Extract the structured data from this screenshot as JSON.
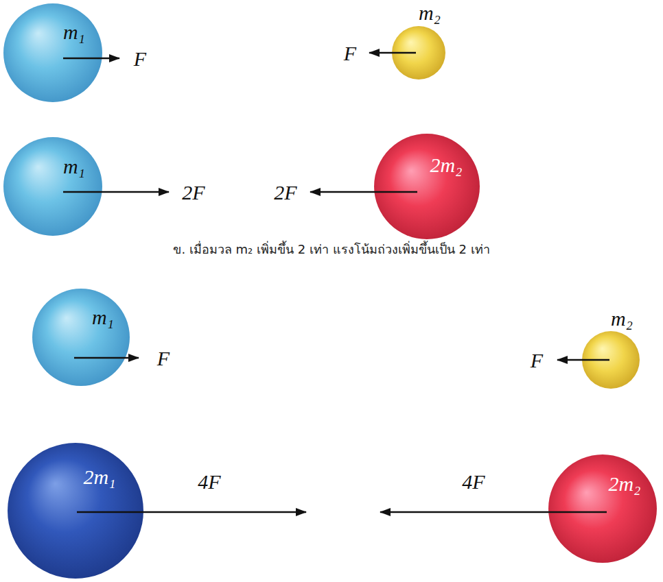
{
  "diagram": {
    "caption": "ข. เมื่อมวล m₂ เพิ่มขึ้น 2 เท่า แรงโน้มถ่วงเพิ่มขึ้นเป็น 2 เท่า",
    "nodes": [
      {
        "text": [
          "m₁"
        ]
      },
      {
        "text": [
          "m₂"
        ]
      },
      {
        "text": [
          "m₁"
        ]
      },
      {
        "text": [
          "2m₂"
        ]
      },
      {
        "text": [
          "m₁"
        ]
      },
      {
        "text": [
          "m₂"
        ]
      },
      {
        "text": [
          "2m₁"
        ]
      },
      {
        "text": [
          "2m₂"
        ]
      }
    ],
    "labels": [
      "F",
      "F",
      "2F",
      "2F",
      "F",
      "F",
      "4F",
      "4F"
    ]
  }
}
